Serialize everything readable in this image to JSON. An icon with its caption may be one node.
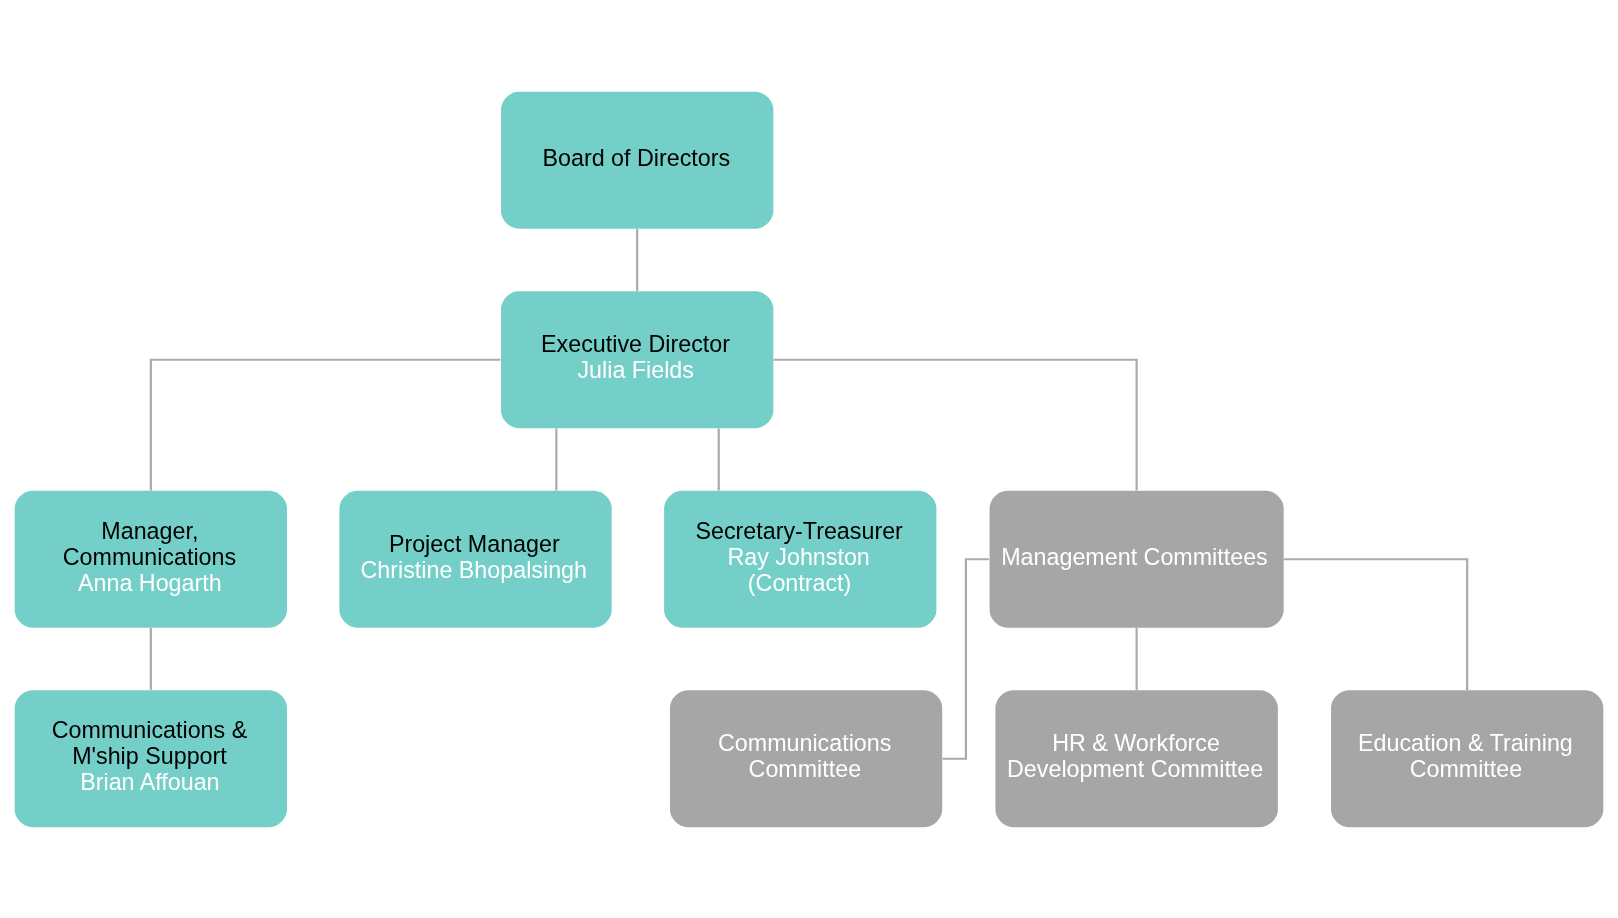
{
  "diagram": {
    "nodes": [
      {
        "text": [
          "Board of Directors"
        ]
      },
      {
        "text": [
          "Executive Director",
          "Julia Fields"
        ]
      },
      {
        "text": [
          "Manager, Communications",
          "Anna Hogarth"
        ]
      },
      {
        "text": [
          "Project Manager",
          "Christine Bhopalsingh"
        ]
      },
      {
        "text": [
          "Secretary-Treasurer",
          "Ray Johnston (Contract)"
        ]
      },
      {
        "text": [
          "Management Committees"
        ]
      },
      {
        "text": [
          "Communications & M'ship Support",
          "Brian Affouan"
        ]
      },
      {
        "text": [
          "Communications Committee"
        ]
      },
      {
        "text": [
          "HR & Workforce Development Committee"
        ]
      },
      {
        "text": [
          "Education & Training Committee"
        ]
      }
    ],
    "edges": [
      {
        "from": 0,
        "to": 1,
        "arrow": "none"
      },
      {
        "from": 1,
        "to": 2,
        "arrow": "none"
      },
      {
        "from": 1,
        "to": 3,
        "arrow": "none"
      },
      {
        "from": 1,
        "to": 4,
        "arrow": "none"
      },
      {
        "from": 1,
        "to": 5,
        "arrow": "none"
      },
      {
        "from": 2,
        "to": 6,
        "arrow": "none"
      },
      {
        "from": 5,
        "to": 7,
        "arrow": "none"
      },
      {
        "from": 5,
        "to": 8,
        "arrow": "none"
      },
      {
        "from": 5,
        "to": 9,
        "arrow": "none"
      }
    ]
  }
}
